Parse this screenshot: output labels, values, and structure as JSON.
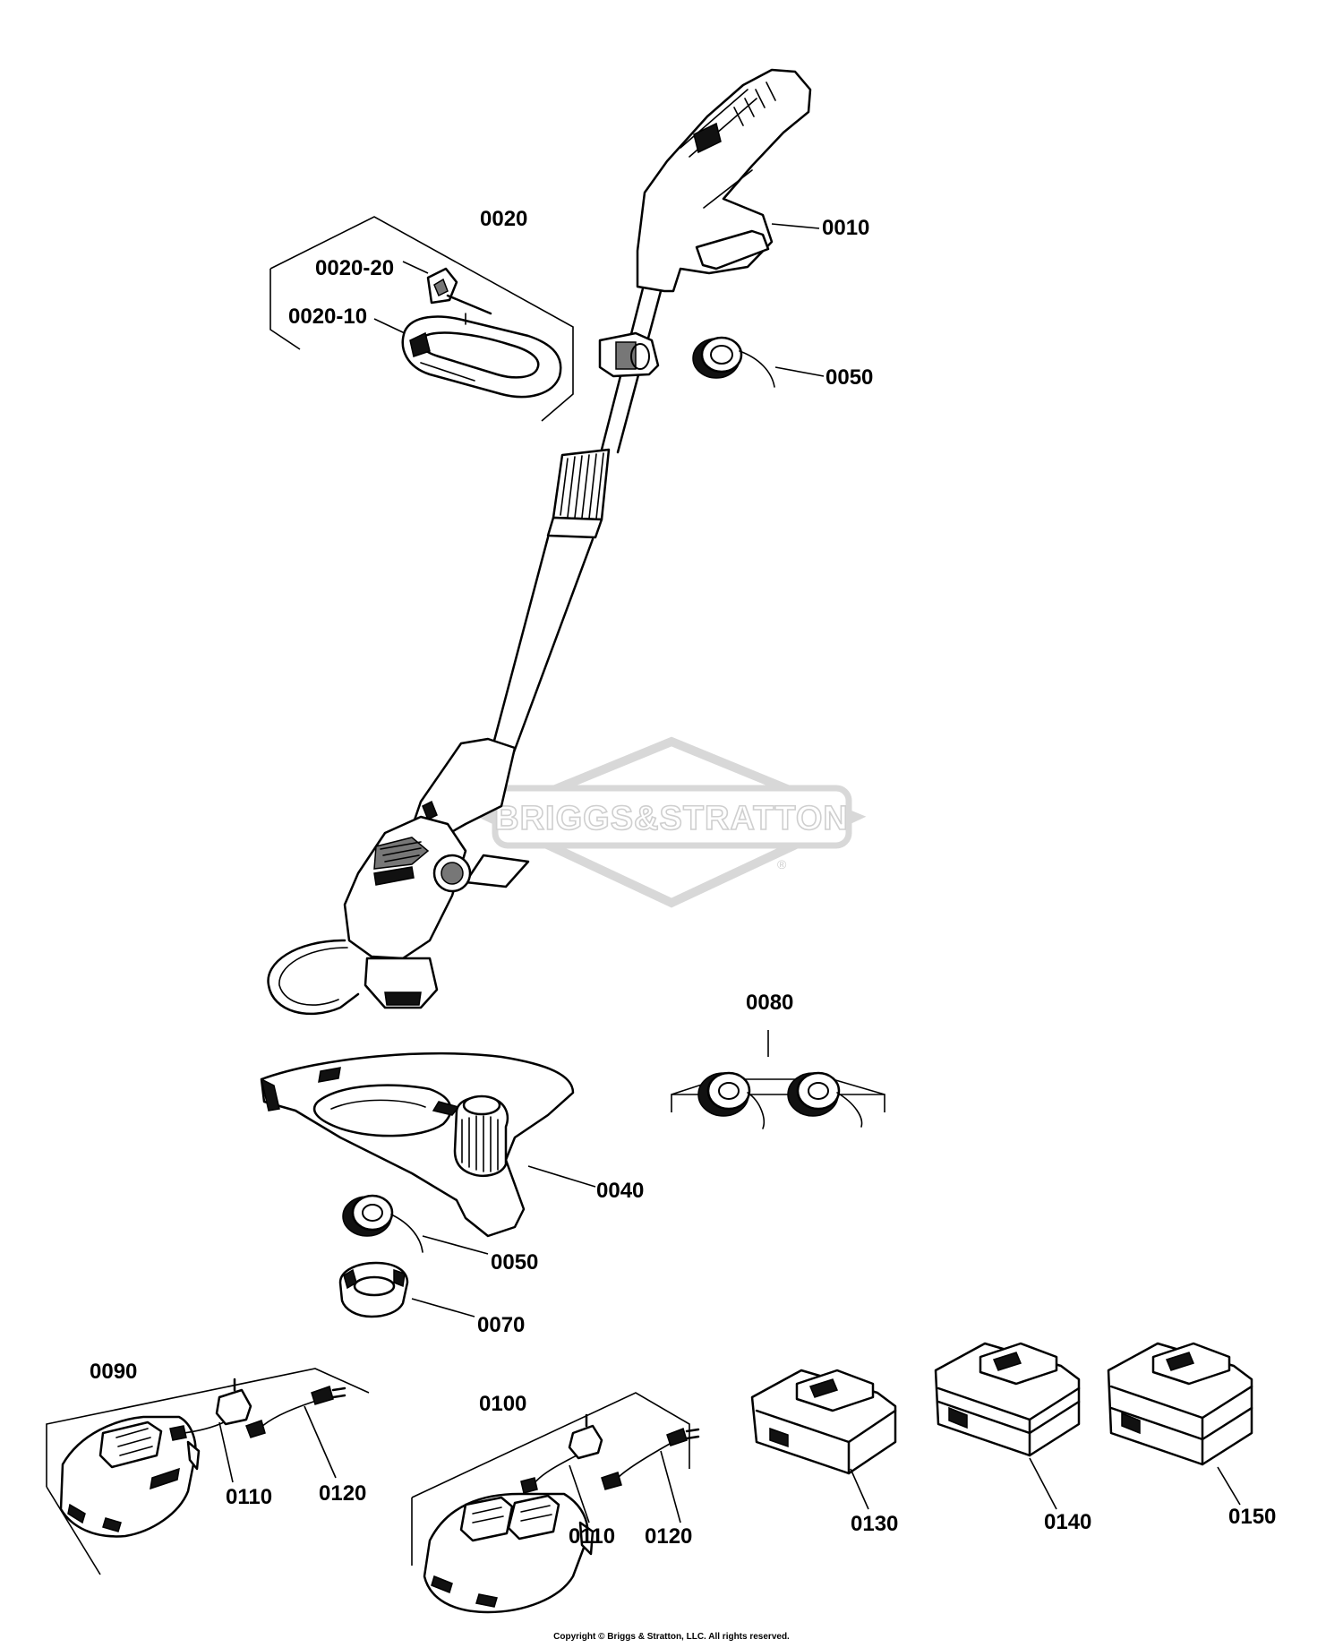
{
  "watermark": {
    "brand": "BRIGGS&STRATTON",
    "registered_mark": "®"
  },
  "callouts": {
    "c0010": "0010",
    "c0020": "0020",
    "c0020_20": "0020-20",
    "c0020_10": "0020-10",
    "c0050_top": "0050",
    "c0080": "0080",
    "c0040": "0040",
    "c0050_bottom": "0050",
    "c0070": "0070",
    "c0090": "0090",
    "c0110_a": "0110",
    "c0120_a": "0120",
    "c0100": "0100",
    "c0110_b": "0110",
    "c0120_b": "0120",
    "c0130": "0130",
    "c0140": "0140",
    "c0150": "0150"
  },
  "footer": {
    "copyright": "Copyright © Briggs & Stratton, LLC. All rights reserved."
  },
  "colors": {
    "line": "#000000",
    "watermark": "#d8d8d8",
    "background": "#ffffff"
  }
}
